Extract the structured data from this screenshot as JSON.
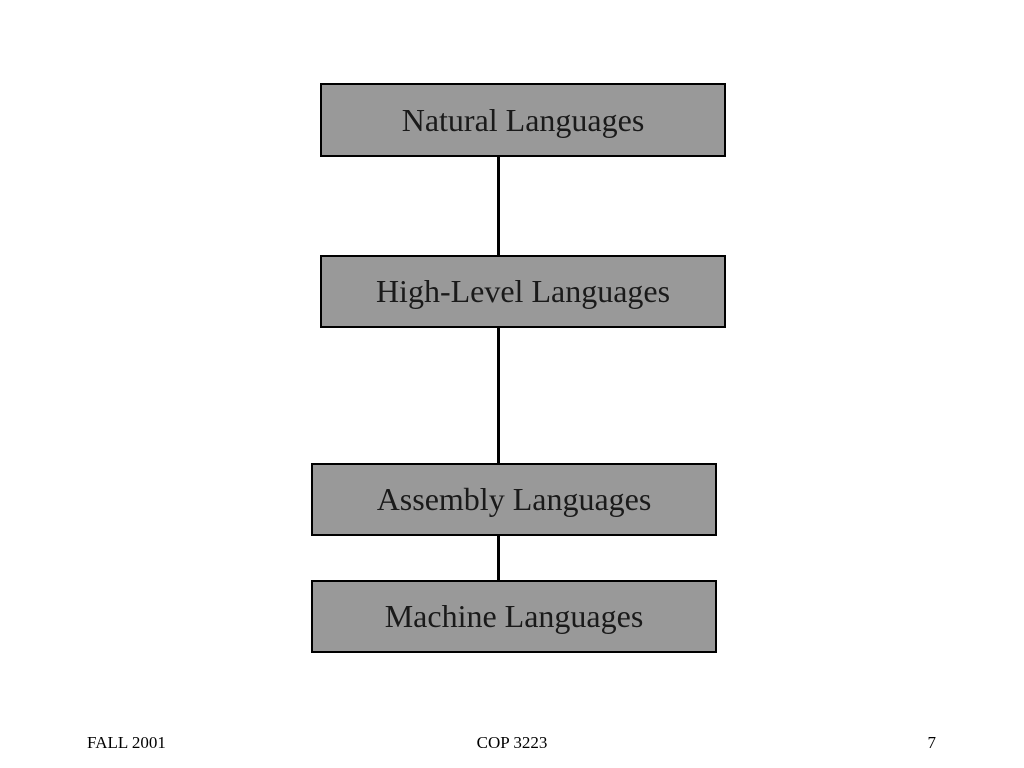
{
  "diagram": {
    "box_fill": "#999999",
    "boxes": [
      {
        "label": "Natural Languages"
      },
      {
        "label": "High-Level Languages"
      },
      {
        "label": "Assembly Languages"
      },
      {
        "label": "Machine Languages"
      }
    ]
  },
  "footer": {
    "left": "FALL 2001",
    "center": "COP 3223",
    "right": "7"
  }
}
